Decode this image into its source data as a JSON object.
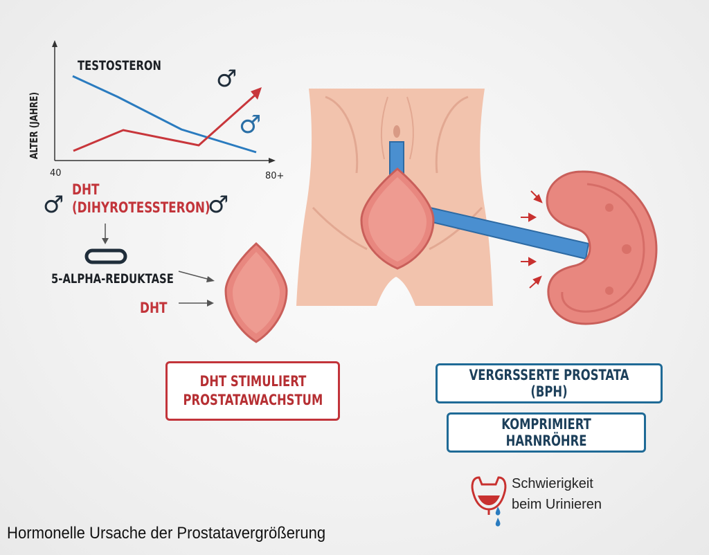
{
  "chart": {
    "ylabel": "ALTER (JAHRE)",
    "x_start": "40",
    "x_end": "80+",
    "series_label": "TESTOSTERON"
  },
  "pathway": {
    "dht_line1": "DHT",
    "dht_line2": "(DIHYROTESSTERON)",
    "enzyme": "5-ALPHA-REDUKTASE",
    "dht_short": "DHT"
  },
  "boxes": {
    "stimulates_line1": "DHT STIMULIERT",
    "stimulates_line2": "PROSTATAWACHSTUM",
    "enlarged": "VERGRSSERTE PROSTATA (BPH)",
    "compresses": "KOMPRIMIERT HARNRÖHRE"
  },
  "symptom": {
    "line1": "Schwierigkeit",
    "line2": "beim Urinieren"
  },
  "caption": "Hormonelle Ursache der Prostatavergrößerung",
  "colors": {
    "red": "#c2343a",
    "blue": "#2a7bbf",
    "dark": "#1f2d3a",
    "skin": "#f2c3ad",
    "prostate": "#e8877f"
  },
  "icons": [
    "male-symbol-icon",
    "enzyme-capsule-icon",
    "bladder-icon",
    "droplet-icon",
    "arrow-icon"
  ]
}
